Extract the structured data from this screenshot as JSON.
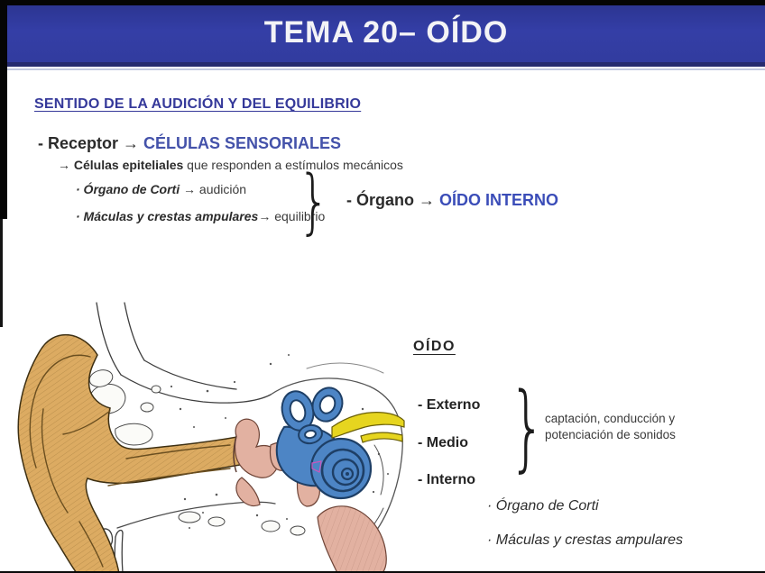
{
  "colors": {
    "header_blue": "#333da0",
    "header_border": "#262b6e",
    "title_text": "#f3f3f6",
    "heading_navy": "#35399a",
    "accent_blue": "#4452aa",
    "accent_blue_bright": "#3b4db8",
    "text_dark": "#2b2b2b"
  },
  "header": {
    "title": "TEMA 20– OÍDO"
  },
  "content": {
    "heading": "SENTIDO DE LA AUDICIÓN Y DEL EQUILIBRIO",
    "receptor": {
      "label": "- Receptor",
      "arrow": "→",
      "value": "CÉLULAS SENSORIALES"
    },
    "epithelial": {
      "bold": "→ Células epiteliales",
      "rest": " que responden a estímulos mecánicos"
    },
    "corti": {
      "bold": "· Órgano de Corti",
      "rest": " → audición"
    },
    "maculas": {
      "bold": "· Máculas y crestas ampulares",
      "rest": "→ equilibrio"
    },
    "brace": "}",
    "organ": {
      "label": "- Órgano",
      "arrow": "→",
      "value": "OÍDO INTERNO"
    }
  },
  "ear_list": {
    "heading": "OÍDO",
    "items": [
      {
        "label": "- Externo"
      },
      {
        "label": "- Medio"
      },
      {
        "label": "- Interno"
      }
    ],
    "brace": "}",
    "caption": {
      "line1": "captación, conducción y",
      "line2": "potenciación de sonidos"
    },
    "sub_items": [
      {
        "label": "· Órgano de Corti"
      },
      {
        "label": "· Máculas y crestas ampulares"
      }
    ]
  },
  "diagram": {
    "label": "ear-anatomy-cross-section",
    "colors": {
      "outer_ear": "#dcab62",
      "middle_ear": "#e2b1a1",
      "inner_ear": "#4d85c5",
      "nerve": "#e6d51f",
      "outline": "#3a3a3a"
    }
  }
}
